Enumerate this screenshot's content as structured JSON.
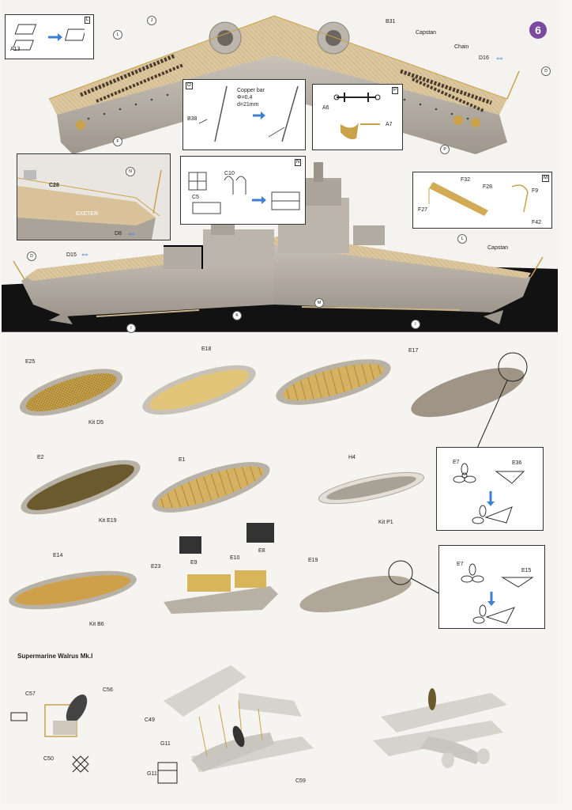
{
  "page_badge": "6",
  "top_section": {
    "labels": {
      "a13": "A13",
      "l1": "L",
      "j": "J",
      "b31": "B31",
      "capstan_top": "Capstan",
      "chain": "Chain",
      "d16": "D16",
      "d_top": "D",
      "f_left": "F",
      "p_right": "P",
      "o_box": "O",
      "copper_bar_line1": "Copper bar",
      "copper_bar_line2": "Φ=0.4",
      "copper_bar_line3": "d=21mm",
      "b38": "B38",
      "p_box": "P",
      "a6": "A6",
      "a7": "A7",
      "n_label": "N",
      "c28": "C28",
      "exeter": "EXETER",
      "d8": "D8",
      "n_box": "N",
      "c10": "C10",
      "c5": "C5",
      "m_box": "M",
      "f32": "F32",
      "f28": "F28",
      "f9": "F9",
      "f27": "F27",
      "f42": "F42",
      "d_left": "D",
      "d15": "D15",
      "l2": "L",
      "capstan_bottom": "Capstan",
      "m_label": "M",
      "k_label": "K",
      "i_left": "I",
      "i_right": "I"
    }
  },
  "boats": {
    "row1": [
      {
        "part": "E25",
        "kit": "Kit D5"
      },
      {
        "part": "E18"
      },
      {
        "part": "E17"
      }
    ],
    "row2": [
      {
        "part": "E2",
        "kit": "Kit E19"
      },
      {
        "part": "E1"
      },
      {
        "part": "H4",
        "kit": "Kit P1"
      }
    ],
    "row3": [
      {
        "part": "E14",
        "kit": "Kit B6"
      },
      {
        "part": "E23"
      },
      {
        "part": "E9"
      },
      {
        "part": "E10"
      },
      {
        "part": "E8"
      },
      {
        "part": "E19"
      }
    ],
    "prop_box1": {
      "a": "E7",
      "b": "E36"
    },
    "prop_box2": {
      "a": "E7",
      "b": "E15"
    }
  },
  "walrus": {
    "title": "Supermarine Walrus Mk.I",
    "labels": {
      "c57": "C57",
      "c56": "C56",
      "c50": "C50",
      "c49": "C49",
      "g11a": "G11",
      "g11b": "G11",
      "c59": "C59"
    }
  },
  "colors": {
    "accent_purple": "#7b4aa0",
    "arrow_blue": "#3d7fd1",
    "brass": "#c9a24a",
    "hull_grey": "#b9b2a8",
    "deck_wood": "#d9c29a",
    "dark_bg": "#111111"
  }
}
